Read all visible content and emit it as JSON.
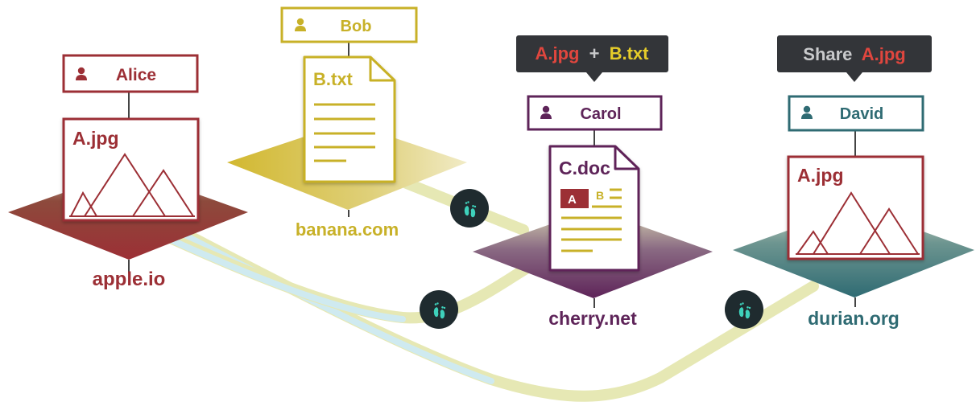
{
  "colors": {
    "apple": "#9c2f35",
    "banana": "#c8b128",
    "cherry": "#5e2459",
    "durian": "#2f6b73",
    "trace_green": "#e6e8b4",
    "trace_cyan": "#cfeaf0",
    "bubble_bg": "#333539",
    "bubble_text_gray": "#c9cacc",
    "footprint_bg": "#1f2b2f",
    "footprint_icon": "#3ed1bb"
  },
  "nodes": {
    "apple": {
      "user": "Alice",
      "domain": "apple.io",
      "file": "A.jpg",
      "file_icon": "mountain-image-icon",
      "user_icon": "user-icon"
    },
    "banana": {
      "user": "Bob",
      "domain": "banana.com",
      "file": "B.txt",
      "file_icon": "text-lines-icon",
      "user_icon": "user-icon"
    },
    "cherry": {
      "user": "Carol",
      "domain": "cherry.net",
      "file": "C.doc",
      "file_icon": "composite-doc-icon",
      "user_icon": "user-icon",
      "doc_badge_a": "A",
      "doc_badge_b": "B"
    },
    "durian": {
      "user": "David",
      "domain": "durian.org",
      "file": "A.jpg",
      "file_icon": "mountain-image-icon",
      "user_icon": "user-icon"
    }
  },
  "callouts": {
    "cherry": {
      "part1": "A.jpg",
      "plus": "+",
      "part2": "B.txt"
    },
    "durian": {
      "verb": "Share",
      "file": "A.jpg"
    }
  },
  "footprints": {
    "icon": "footprint-icon",
    "count": 3
  }
}
